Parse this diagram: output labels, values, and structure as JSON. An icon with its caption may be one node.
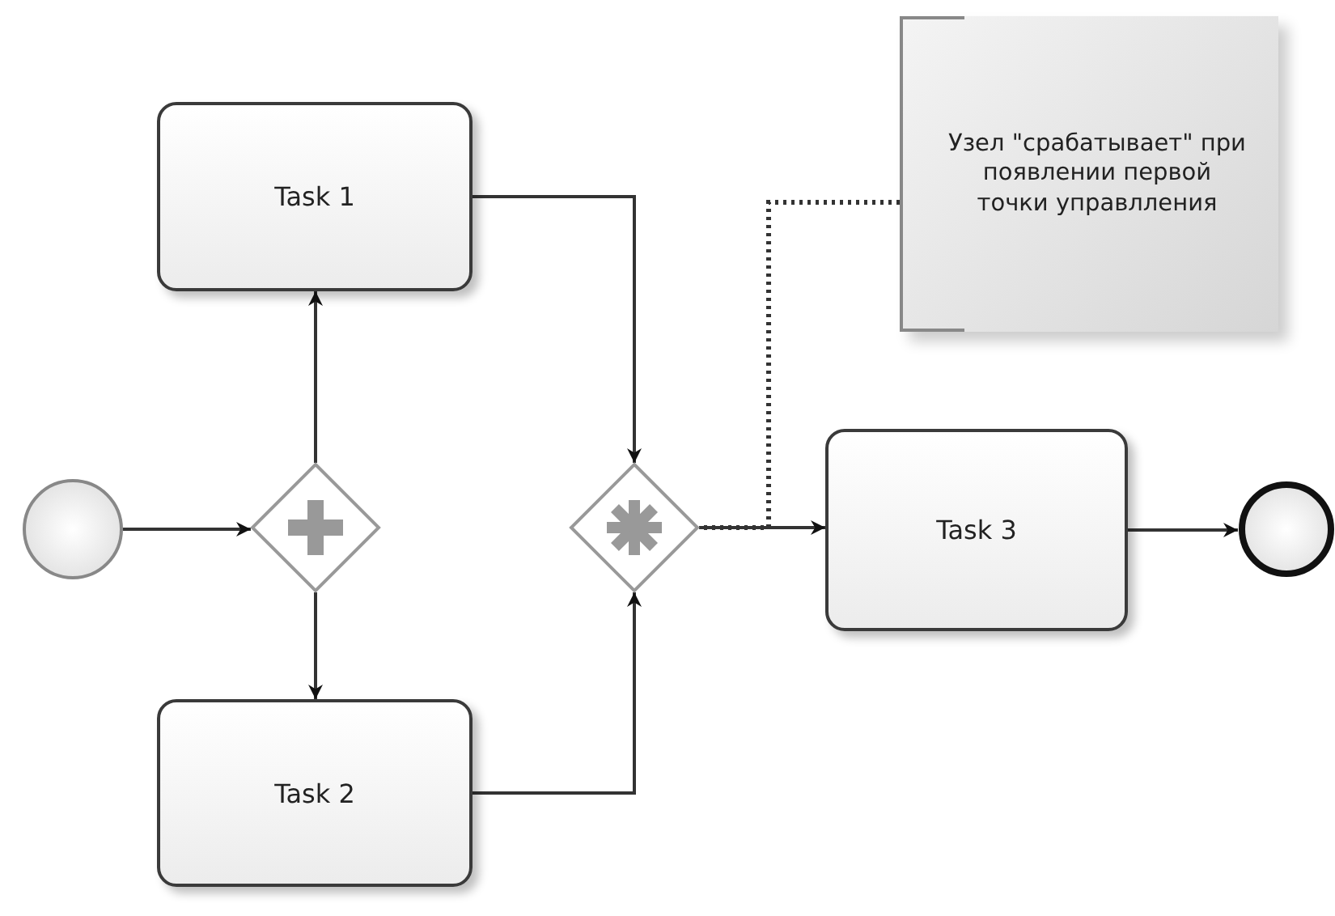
{
  "diagram": {
    "nodes": [
      {
        "text": [],
        "shape": "circle"
      },
      {
        "text": [],
        "shape": "diamond"
      },
      {
        "text": [
          "Task 1"
        ]
      },
      {
        "text": [
          "Task 2"
        ]
      },
      {
        "text": [],
        "shape": "diamond"
      },
      {
        "text": [
          "Узел \"срабатывает\" при появлении первой точки управлления"
        ]
      },
      {
        "text": [
          "Task 3"
        ]
      },
      {
        "text": [],
        "shape": "circle"
      }
    ],
    "edges": [
      {
        "from": 0,
        "to": 1,
        "arrow": "to"
      },
      {
        "from": 1,
        "to": 2,
        "arrow": "to"
      },
      {
        "from": 1,
        "to": 3,
        "arrow": "to"
      },
      {
        "from": 2,
        "to": 4,
        "arrow": "to"
      },
      {
        "from": 3,
        "to": 4,
        "arrow": "to"
      },
      {
        "from": 4,
        "to": 6,
        "arrow": "to"
      },
      {
        "from": 6,
        "to": 7,
        "arrow": "to"
      },
      {
        "from": 5,
        "to": 4,
        "arrow": "none",
        "style": "dashed"
      }
    ]
  }
}
